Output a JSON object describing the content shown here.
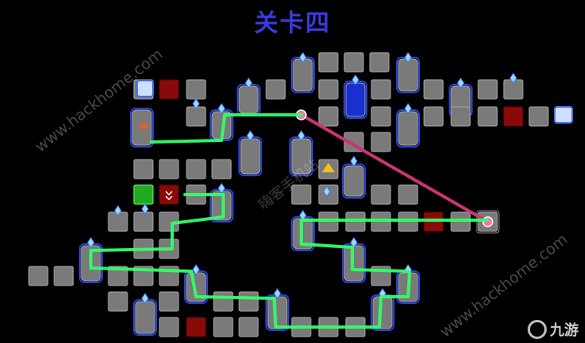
{
  "title": "关卡四",
  "watermarks": {
    "primary": "www.hackhome.com",
    "secondary": "www.hackhome.com",
    "center": "嗨客手机站"
  },
  "logo": {
    "text": "九游",
    "icon": "jiuyou-logo-icon"
  },
  "colors": {
    "title": "#3a3ae0",
    "tile": "#7a7a7a",
    "tile_edge": "#a8a8a8",
    "blue_glow": "#2a4dff",
    "red_tile": "#8a0a0a",
    "green_tile": "#22aa22",
    "path": "#33ff66",
    "teleport_line": "#cc3377"
  },
  "legend_icons": [
    "blue-pin-icon",
    "start-portal-icon",
    "teleport-pin-icon",
    "trap-warning-icon",
    "heart-shield-icon",
    "house-icon"
  ]
}
